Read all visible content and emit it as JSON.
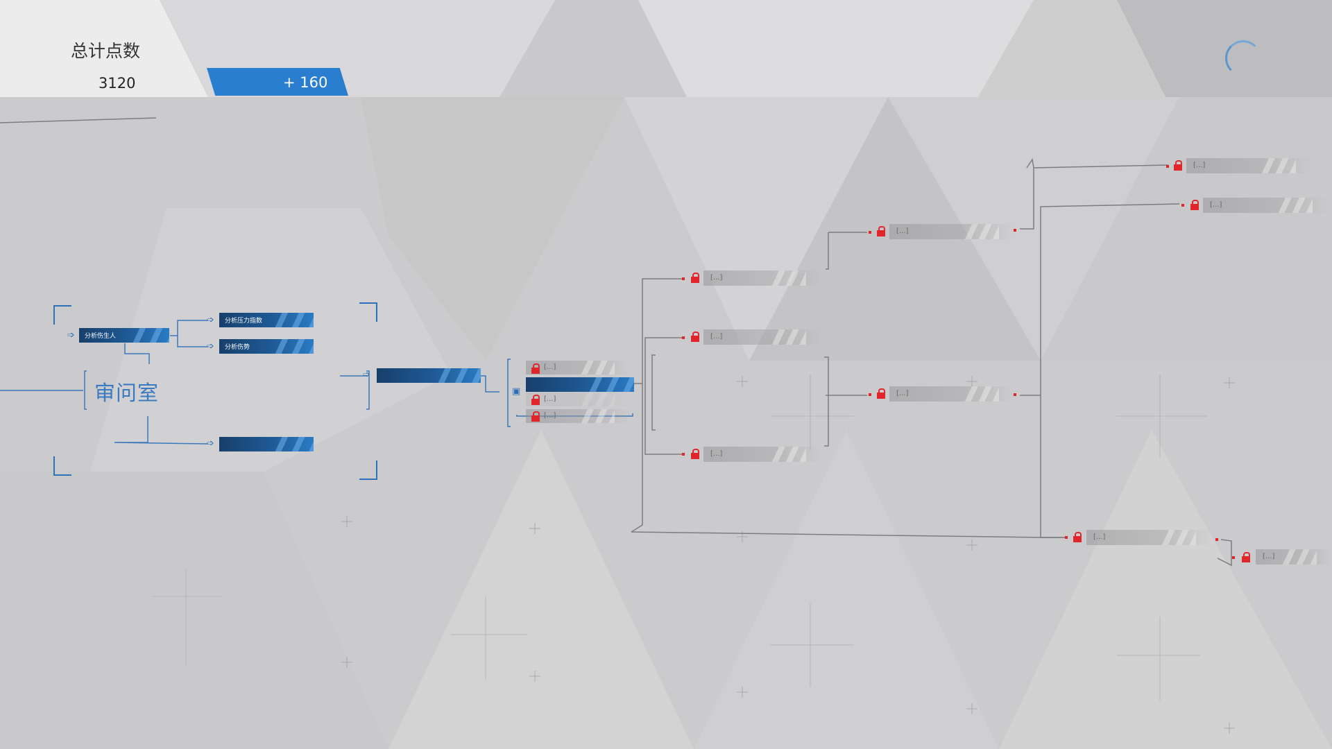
{
  "header": {
    "total_points_label": "总计点数",
    "total_points_value": "3120",
    "points_gained": "+ 160"
  },
  "interrogation_room": {
    "label": "审问室",
    "nodes": [
      {
        "id": "analyze-survivor",
        "label": "分析伤生人"
      },
      {
        "id": "analyze-stress",
        "label": "分析压力指数"
      },
      {
        "id": "analyze-injuries",
        "label": "分析伤势"
      },
      {
        "id": "unlabeled-branch",
        "label": ""
      }
    ]
  },
  "flowchart": {
    "hidden_label": "[...]"
  },
  "colors": {
    "accent_blue": "#2a7ed0",
    "lock_red": "#e0262b",
    "line_grey": "#7d7d80"
  }
}
